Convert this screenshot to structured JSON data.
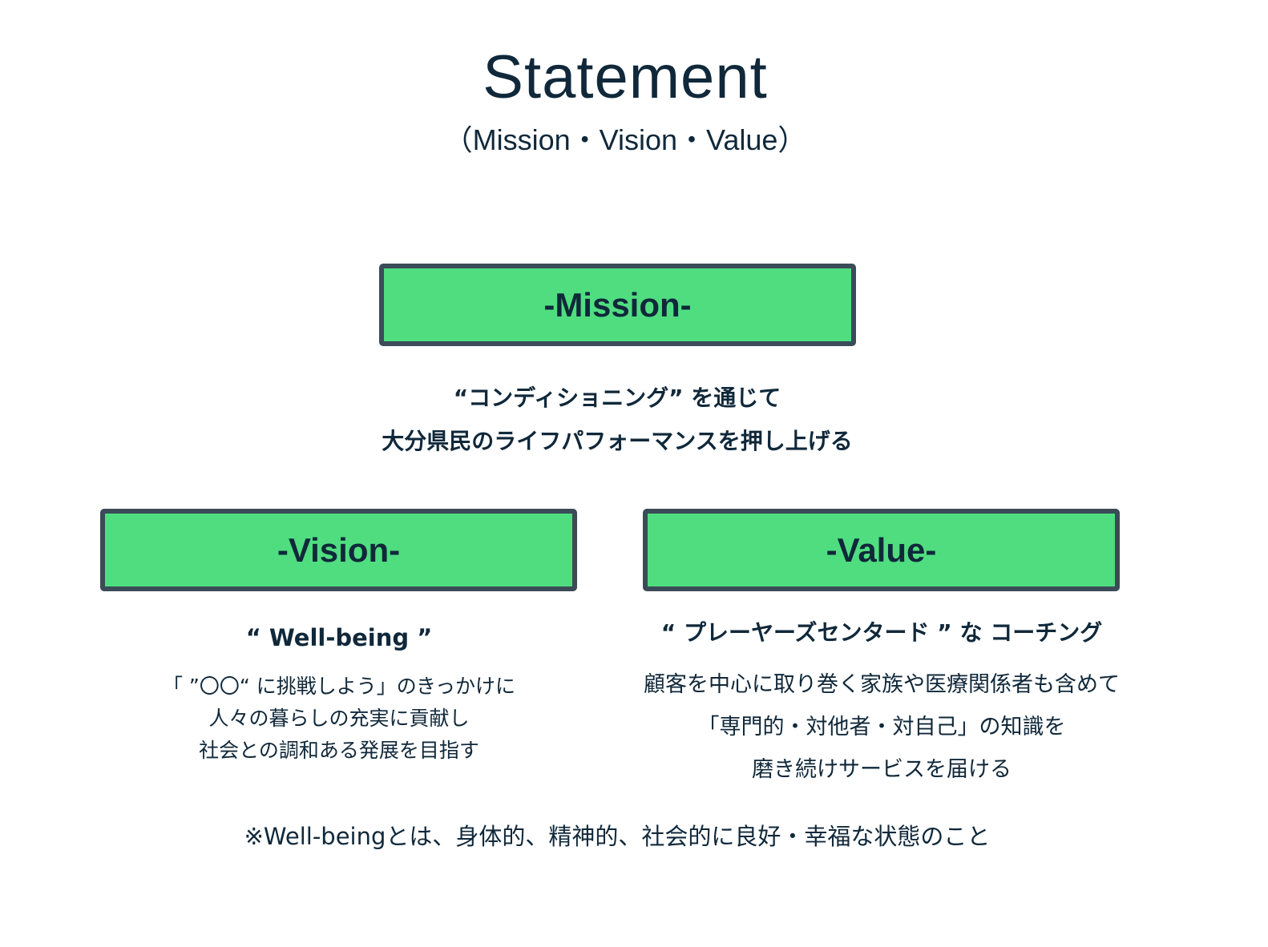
{
  "header": {
    "title": "Statement",
    "subtitle": "（Mission・Vision・Value）"
  },
  "mission": {
    "heading": "-Mission-",
    "lines": [
      "“コンディショニング” を通じて",
      "大分県民のライフパフォーマンスを押し上げる"
    ]
  },
  "vision": {
    "heading": "-Vision-",
    "tagline": "“ Well-being ”",
    "lines": [
      "「 ”〇〇“ に挑戦しよう」のきっかけに",
      "人々の暮らしの充実に貢献し",
      "社会との調和ある発展を目指す"
    ]
  },
  "value": {
    "heading": "-Value-",
    "tagline": "“ プレーヤーズセンタード ” な コーチング",
    "lines": [
      "顧客を中心に取り巻く家族や医療関係者も含めて",
      "「専門的・対他者・対自己」の知識を",
      "磨き続けサービスを届ける"
    ]
  },
  "footnote": "※Well-beingとは、身体的、精神的、社会的に良好・幸福な状態のこと",
  "colors": {
    "box_fill": "#4fdd80",
    "box_border": "#3b4b57",
    "text": "#10283a",
    "background": "#ffffff"
  }
}
